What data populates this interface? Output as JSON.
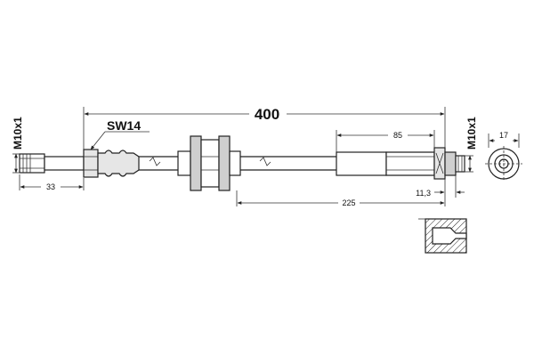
{
  "drawing": {
    "overall_length": "400",
    "wrench_size": "SW14",
    "thread_left": "M10x1",
    "thread_right": "M10x1",
    "dim_left_fitting": "33",
    "dim_right_fitting": "85",
    "dim_right_section": "225",
    "dim_right_offset": "11,3",
    "dim_end_view": "17"
  }
}
